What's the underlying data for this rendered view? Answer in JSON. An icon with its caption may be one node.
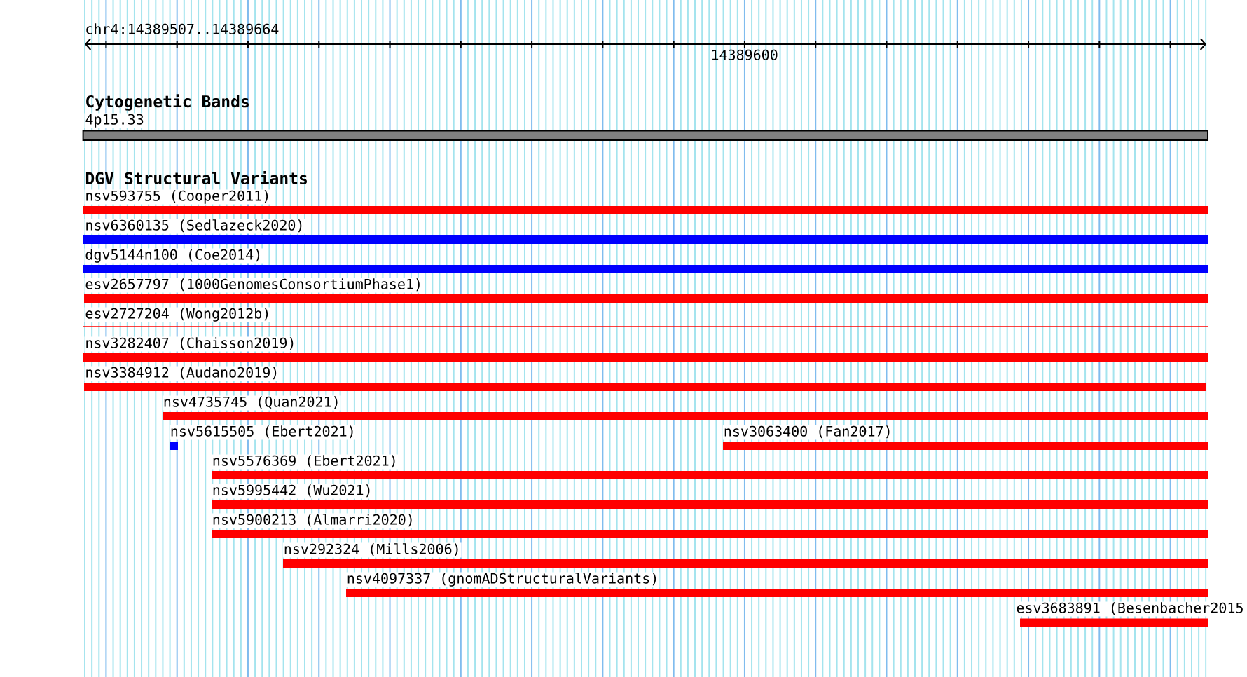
{
  "diagram": {
    "nodes": [
      {
        "text": [
          "4p15.33"
        ]
      },
      {
        "text": [
          "nsv593755 (Cooper2011)"
        ]
      },
      {
        "text": [
          "nsv6360135 (Sedlazeck2020)"
        ]
      },
      {
        "text": [
          "dgv5144n100 (Coe2014)"
        ]
      },
      {
        "text": [
          "esv2657797 (1000GenomesConsortiumPhase1)"
        ]
      },
      {
        "text": [
          "esv2727204 (Wong2012b)"
        ]
      },
      {
        "text": [
          "nsv3282407 (Chaisson2019)"
        ]
      },
      {
        "text": [
          "nsv3384912 (Audano2019)"
        ]
      },
      {
        "text": [
          "nsv4735745 (Quan2021)"
        ]
      },
      {
        "text": [
          "nsv5615505 (Ebert2021)"
        ]
      },
      {
        "text": [
          "nsv3063400 (Fan2017)"
        ]
      },
      {
        "text": [
          "nsv5576369 (Ebert2021)"
        ]
      },
      {
        "text": [
          "nsv5995442 (Wu2021)"
        ]
      },
      {
        "text": [
          "nsv5900213 (Almarri2020)"
        ]
      },
      {
        "text": [
          "nsv292324 (Mills2006)"
        ]
      },
      {
        "text": [
          "nsv4097337 (gnomADStructuralVariants)"
        ]
      },
      {
        "text": [
          "esv3683891 (Besenbacher2015"
        ]
      }
    ],
    "labels": [
      "chr4:14389507..14389664",
      "14389600",
      "Cytogenetic Bands",
      "DGV Structural Variants"
    ]
  }
}
